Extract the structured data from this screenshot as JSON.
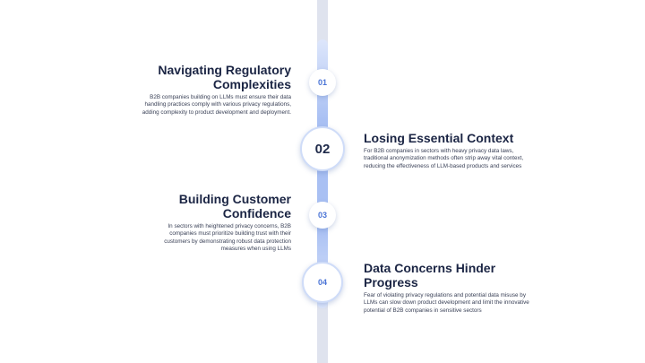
{
  "steps": [
    {
      "number": "01",
      "title": "Navigating Regulatory Complexities",
      "description": "B2B companies building on LLMs must ensure their data handling practices comply with various privacy regulations, adding complexity to product development and deployment."
    },
    {
      "number": "02",
      "title": "Losing Essential Context",
      "description": "For B2B companies in sectors with heavy privacy data laws, traditional anonymization methods often strip away vital context, reducing the effectiveness of LLM-based products and services"
    },
    {
      "number": "03",
      "title": "Building Customer Confidence",
      "description": "In sectors with heightened privacy concerns, B2B companies must prioritize building trust with their customers by demonstrating robust data protection measures when using LLMs"
    },
    {
      "number": "04",
      "title": "Data Concerns Hinder Progress",
      "description": "Fear of violating privacy regulations and potential data misuse by LLMs can slow down product development and limit the innovative potential of B2B companies in sensitive sectors"
    }
  ],
  "colors": {
    "accent": "#4b74d6",
    "track": "#dfe3ee",
    "track_fill": "#a9c0f3",
    "heading": "#1b2544"
  }
}
